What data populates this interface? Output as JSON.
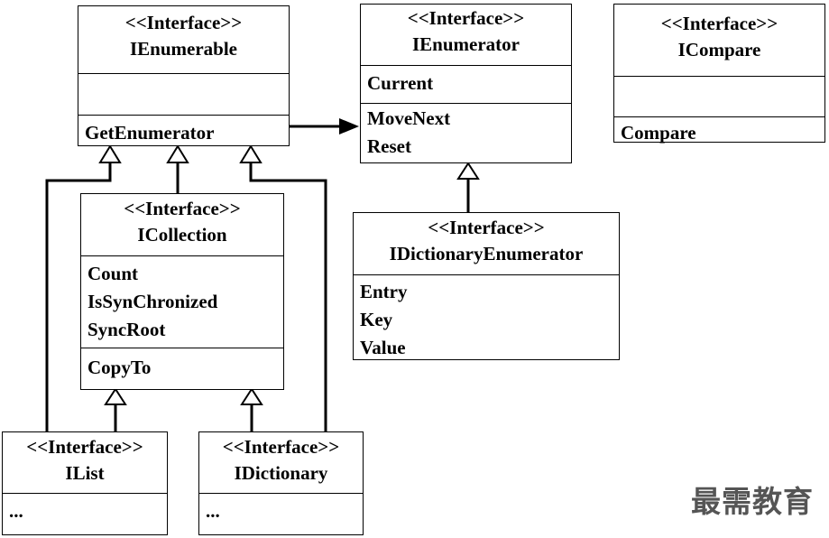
{
  "stereotype": "<<Interface>>",
  "classes": {
    "ienumerable": {
      "name": "IEnumerable",
      "attributes": [],
      "operations": [
        "GetEnumerator"
      ]
    },
    "ienumerator": {
      "name": "IEnumerator",
      "attributes": [
        "Current"
      ],
      "operations": [
        "MoveNext",
        "Reset"
      ]
    },
    "icompare": {
      "name": "ICompare",
      "attributes": [],
      "operations": [
        "Compare"
      ]
    },
    "icollection": {
      "name": "ICollection",
      "attributes": [
        "Count",
        "IsSynChronized",
        "SyncRoot"
      ],
      "operations": [
        "CopyTo"
      ]
    },
    "idictionaryenumerator": {
      "name": "IDictionaryEnumerator",
      "attributes": [
        "Entry",
        "Key",
        "Value"
      ],
      "operations": []
    },
    "ilist": {
      "name": "IList",
      "attributes": [
        "..."
      ]
    },
    "idictionary": {
      "name": "IDictionary",
      "attributes": [
        "..."
      ]
    }
  },
  "relations": [
    {
      "type": "association",
      "from": "IEnumerable",
      "to": "IEnumerator"
    },
    {
      "type": "generalization",
      "from": "ICollection",
      "to": "IEnumerable"
    },
    {
      "type": "generalization",
      "from": "IList",
      "to": "IEnumerable"
    },
    {
      "type": "generalization",
      "from": "IDictionary",
      "to": "IEnumerable"
    },
    {
      "type": "generalization",
      "from": "IList",
      "to": "ICollection"
    },
    {
      "type": "generalization",
      "from": "IDictionary",
      "to": "ICollection"
    },
    {
      "type": "generalization",
      "from": "IDictionaryEnumerator",
      "to": "IEnumerator"
    }
  ],
  "watermark": "最需教育"
}
